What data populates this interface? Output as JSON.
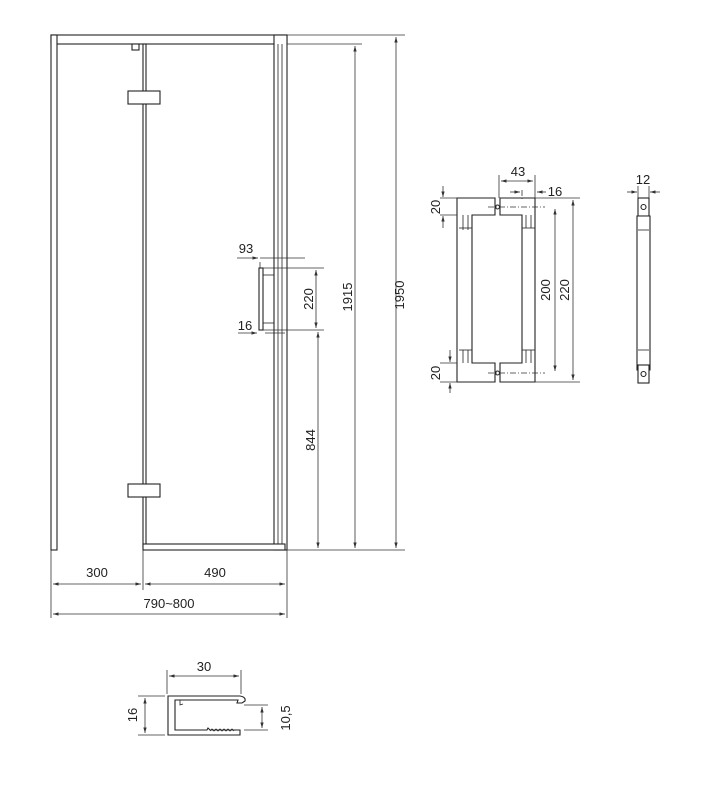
{
  "door_drawing": {
    "dimensions": {
      "total_height": "1950",
      "glass_height": "1915",
      "handle_height_from_floor": "844",
      "handle_length": "220",
      "handle_offset": "93",
      "handle_depth": "16",
      "fixed_panel_width": "300",
      "door_panel_width": "490",
      "total_width": "790~800"
    }
  },
  "handle_drawing": {
    "dimensions": {
      "depth": "43",
      "bar_width": "16",
      "top_block": "20",
      "bottom_block": "20",
      "hole_spacing": "200",
      "total_length": "220",
      "side_thickness": "12"
    }
  },
  "profile_drawing": {
    "dimensions": {
      "width": "30",
      "height": "16",
      "inner_height": "10,5"
    }
  }
}
